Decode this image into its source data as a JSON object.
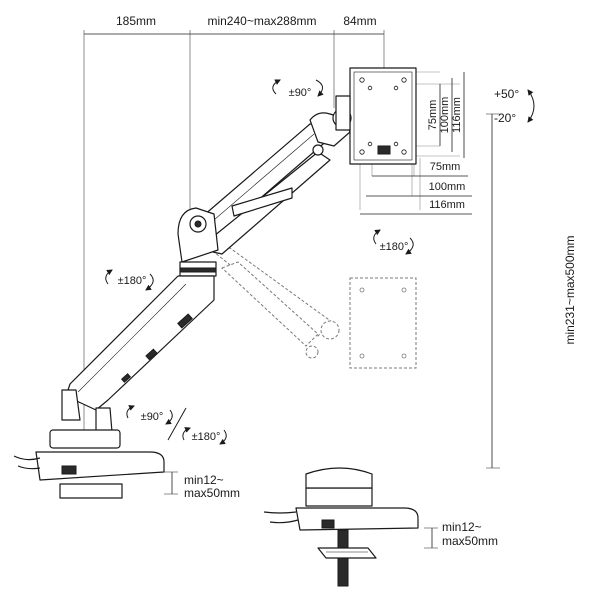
{
  "dimensions": {
    "top_left": "185mm",
    "top_middle": "min240~max288mm",
    "top_right": "84mm",
    "vesa_v_small": "75mm",
    "vesa_v_medium": "100mm",
    "vesa_v_large": "116mm",
    "vesa_h_small": "75mm",
    "vesa_h_medium": "100mm",
    "vesa_h_large": "116mm",
    "height_range": "min231~max500mm",
    "clamp_left_line1": "min12~",
    "clamp_left_line2": "max50mm",
    "clamp_right_line1": "min12~",
    "clamp_right_line2": "max50mm"
  },
  "rotations": {
    "head_swivel": "±90°",
    "tilt_up": "+50°",
    "tilt_down": "-20°",
    "panel_rotation": "±180°",
    "elbow": "±180°",
    "base_swivel": "±90°",
    "base_rotation": "±180°"
  }
}
